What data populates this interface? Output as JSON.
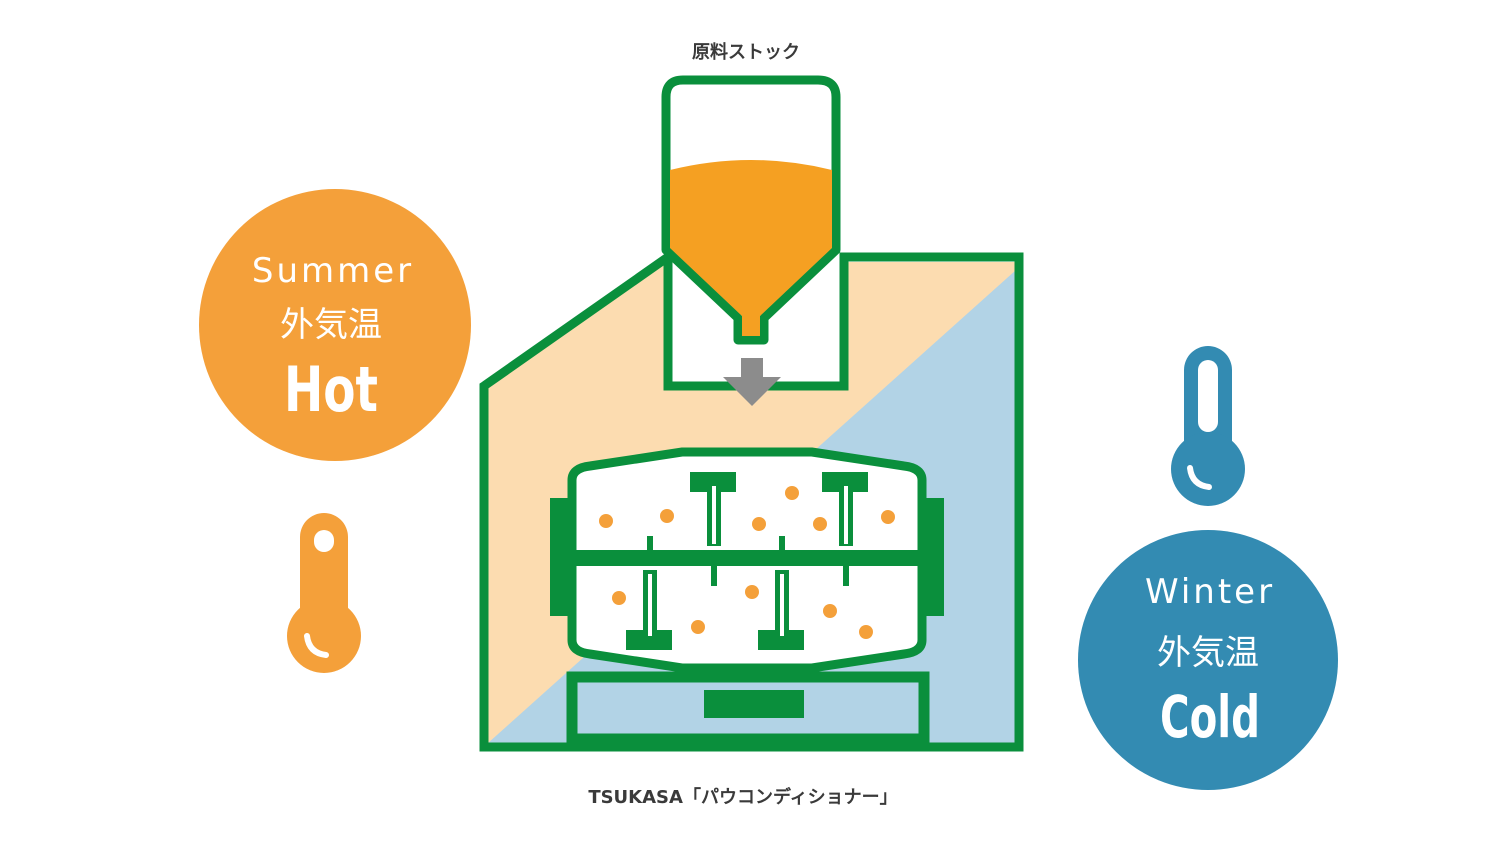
{
  "labels": {
    "stock": "原料ストック",
    "machine": "TSUKASA「パウコンディショナー」"
  },
  "summer": {
    "season": "Summer",
    "jp": "外気温",
    "temp": "Hot"
  },
  "winter": {
    "season": "Winter",
    "jp": "外気温",
    "temp": "Cold"
  },
  "colors": {
    "green": "#0a8f3c",
    "orange": "#f4a03a",
    "orange_fill": "#f5a022",
    "peach": "#fcdcb0",
    "blue_bg": "#b2d3e6",
    "blue": "#338bb2",
    "arrow_gray": "#8c8c8c"
  }
}
